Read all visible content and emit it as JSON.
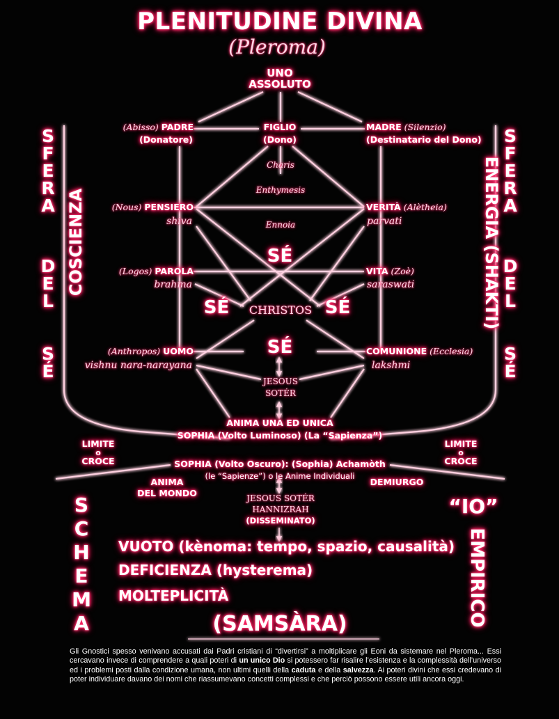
{
  "title": "PLENITUDINE DIVINA",
  "subtitle": "(Pleroma)",
  "top": {
    "line1": "UNO",
    "line2": "ASSOLUTO"
  },
  "nodes": {
    "padre": {
      "greek": "(Abisso)",
      "name": "PADRE",
      "sub": "(Donatore)"
    },
    "figlio": {
      "name": "FIGLIO",
      "sub": "(Dono)"
    },
    "madre": {
      "name": "MADRE",
      "greek": "(Silenzio)",
      "sub": "(Destinatario del Dono)"
    },
    "pensiero": {
      "greek": "(Nous)",
      "name": "PENSIERO",
      "sanskrit": "shiva"
    },
    "verita": {
      "name": "VERITÀ",
      "greek": "(Alètheia)",
      "sanskrit": "parvati"
    },
    "parola": {
      "greek": "(Logos)",
      "name": "PAROLA",
      "sanskrit": "brahma"
    },
    "vita": {
      "name": "VITA",
      "greek": "(Zoè)",
      "sanskrit": "saraswati"
    },
    "uomo": {
      "greek": "(Anthropos)",
      "name": "UOMO",
      "sanskrit": "vishnu nara-narayana"
    },
    "comunione": {
      "name": "COMUNIONE",
      "greek": "(Ecclesia)",
      "sanskrit": "lakshmi"
    }
  },
  "inner": {
    "charis": "Charis",
    "enthymesis": "Enthymesis",
    "ennoia": "Ennoia",
    "christos": "CHRISTOS",
    "se": "SÉ",
    "jesous1": "JESOUS",
    "soter1": "SOTÉR"
  },
  "anima": {
    "line1": "ANIMA UNA ED UNICA",
    "line2": "SOPHIA (Volto Luminoso) (La “Sapienza”)"
  },
  "sophia_dark": {
    "line1": "SOPHIA (Volto Oscuro): (Sophia) Achamòth",
    "line2": "(le “Sapienze”) o le Anime Individuali"
  },
  "limite": {
    "l1": "LIMITE",
    "l2": "o",
    "l3": "CROCE"
  },
  "anima_mondo": {
    "line1": "ANIMA",
    "line2": "DEL MONDO"
  },
  "demiurgo": "DEMIURGO",
  "jesous2": {
    "line1": "JESOUS SOTÉR",
    "line2": "HANNIZRAH",
    "line3": "(DISSEMINATO)"
  },
  "vuoto": "VUOTO (kènoma: tempo, spazio, causalità)",
  "deficienza": "DEFICIENZA (hysterema)",
  "molteplicita": "MOLTEPLICITÀ",
  "samsara": "(SAMSÀRA)",
  "sidebars": {
    "sfera_left": [
      "S",
      "F",
      "E",
      "R",
      "A"
    ],
    "del_left": [
      "D",
      "E",
      "L"
    ],
    "se_left": [
      "S",
      "É"
    ],
    "coscienza": "COSCIENZA",
    "energia": "ENERGIA (SHAKTI)",
    "sfera_right": [
      "S",
      "F",
      "E",
      "R",
      "A"
    ],
    "del_right": [
      "D",
      "E",
      "L"
    ],
    "se_right": [
      "S",
      "É"
    ],
    "schema": [
      "S",
      "C",
      "H",
      "E",
      "M",
      "A"
    ],
    "io": "“IO”",
    "empirico": "EMPIRICO"
  },
  "caption": {
    "p1": "Gli Gnostici spesso venivano accusati dai Padri cristiani di “divertirsi” a moltiplicare gli Eoni da sistemare nel Pleroma... Essi cercavano invece di comprendere a quali poteri di ",
    "b1": "un unico Dio",
    "p2": " si potessero far risalire l’esistenza e la complessità dell’universo ed i problemi posti dalla condizione umana, non ultimi quelli della ",
    "b2": "caduta",
    "p3": " e della ",
    "b3": "salvezza",
    "p4": ". Ai poteri divini che essi credevano di poter individuare davano dei nomi che riassumevano concetti complessi e che perciò possono essere utili ancora oggi."
  },
  "colors": {
    "glow": "#ff2a6a",
    "line": "#ffc4d8",
    "background": "#030303"
  }
}
